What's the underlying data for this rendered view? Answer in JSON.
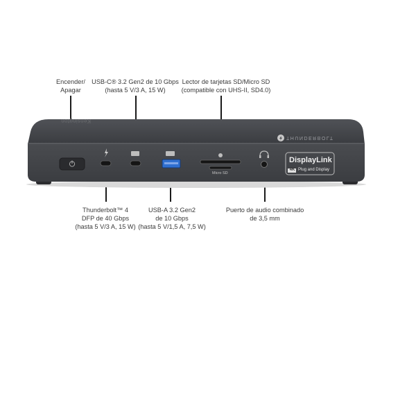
{
  "device": {
    "brand_text": "Kensington",
    "thunderbolt_text": "THUNDERBOLT",
    "micro_sd_label": "Micro SD",
    "displaylink": {
      "name": "DisplayLink",
      "badge": "4K",
      "tagline": "Plug and Display"
    }
  },
  "callouts": {
    "power": [
      "Encender/",
      "Apagar"
    ],
    "usbc": [
      "USB-C® 3.2 Gen2 de 10 Gbps",
      "(hasta 5 V/3 A, 15 W)"
    ],
    "sd": [
      "Lector de tarjetas SD/Micro SD",
      "(compatible con UHS-II, SD4.0)"
    ],
    "thunderbolt": [
      "Thunderbolt™ 4",
      "DFP de 40 Gbps",
      "(hasta 5 V/3 A, 15 W)"
    ],
    "usba": [
      "USB-A 3.2 Gen2",
      "de 10 Gbps",
      "(hasta 5 V/1,5 A, 7,5 W)"
    ],
    "audio": [
      "Puerto de audio combinado",
      "de 3,5 mm"
    ]
  },
  "colors": {
    "body": "#3c3e42",
    "front": "#45474b",
    "usb_a_blue": "#2f6fd0"
  }
}
